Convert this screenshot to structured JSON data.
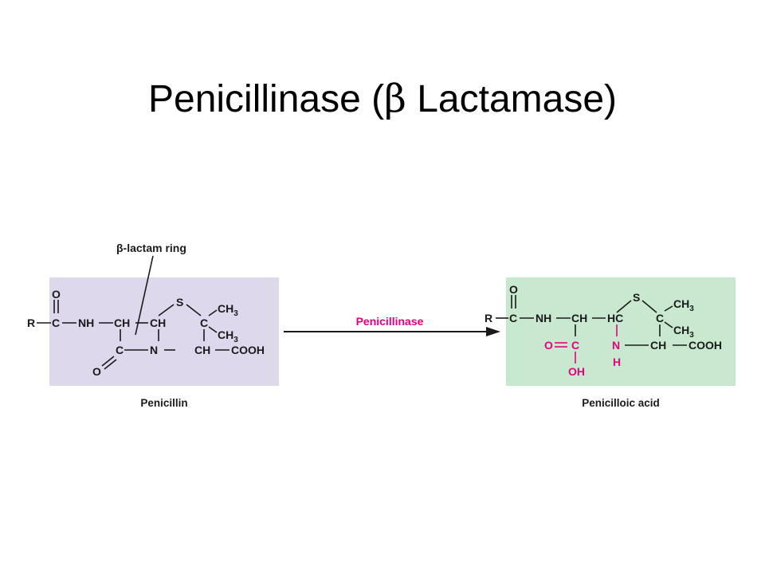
{
  "title": {
    "prefix": "Penicillinase (",
    "beta": "β",
    "suffix": " Lactamase)"
  },
  "colors": {
    "penicillin_box": "#ddd8eb",
    "product_box": "#c8e8cf",
    "highlight": "#e6007e",
    "text": "#1a1a1a"
  },
  "figure": {
    "ring_label": "β-lactam ring",
    "enzyme_label": "Penicillinase",
    "reactant_name": "Penicillin",
    "product_name": "Penicilloic acid",
    "penicillin_atoms": {
      "o_top": "O",
      "r": "R",
      "c1": "C",
      "nh": "NH",
      "ch1": "CH",
      "ch2": "CH",
      "s": "S",
      "c_q": "C",
      "ch3_a": "CH",
      "ch3_b": "CH",
      "sub3": "3",
      "c_lactam": "C",
      "n": "N",
      "ch3": "CH",
      "cooh": "COOH",
      "o_bottom": "O"
    },
    "product_atoms": {
      "o_top": "O",
      "r": "R",
      "c1": "C",
      "nh": "NH",
      "ch1": "CH",
      "hc": "HC",
      "s": "S",
      "c_q": "C",
      "ch3_a": "CH",
      "ch3_b": "CH",
      "sub3": "3",
      "o_acid": "O",
      "c_acid": "C",
      "oh": "OH",
      "n": "N",
      "h": "H",
      "ch3": "CH",
      "cooh": "COOH"
    }
  }
}
